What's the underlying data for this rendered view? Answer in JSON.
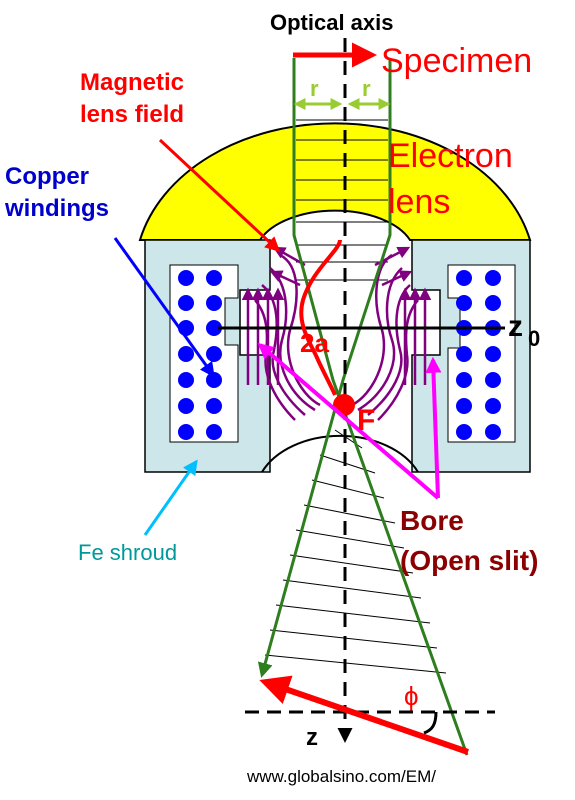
{
  "labels": {
    "optical_axis": "Optical axis",
    "specimen": "Specimen",
    "magnetic_lens_field": [
      "Magnetic",
      "lens field"
    ],
    "copper_windings": [
      "Copper",
      "windings"
    ],
    "electron_lens": [
      "Electron",
      "lens"
    ],
    "r_left": "r",
    "r_right": "r",
    "two_a": "2a",
    "z0": "z",
    "z0_sub": "0",
    "focus": "F",
    "bore": [
      "Bore",
      "(Open slit)"
    ],
    "fe_shroud": "Fe shroud",
    "z_axis": "z",
    "phi": "ϕ",
    "source_url": "www.globalsino.com/EM/"
  },
  "colors": {
    "lens_yellow": "#ffff00",
    "shroud": "#cce6ea",
    "copper_dot": "#0000ff",
    "field_line": "#800080",
    "ray": "#2e7d1e",
    "red": "#ff0000",
    "magenta": "#ff00ff",
    "bore_text": "#8b0000",
    "copper_text": "#0000cc",
    "shroud_text": "#009999",
    "shroud_arrow": "#00bfff",
    "r_arrow": "#99cc33",
    "black": "#000000"
  }
}
